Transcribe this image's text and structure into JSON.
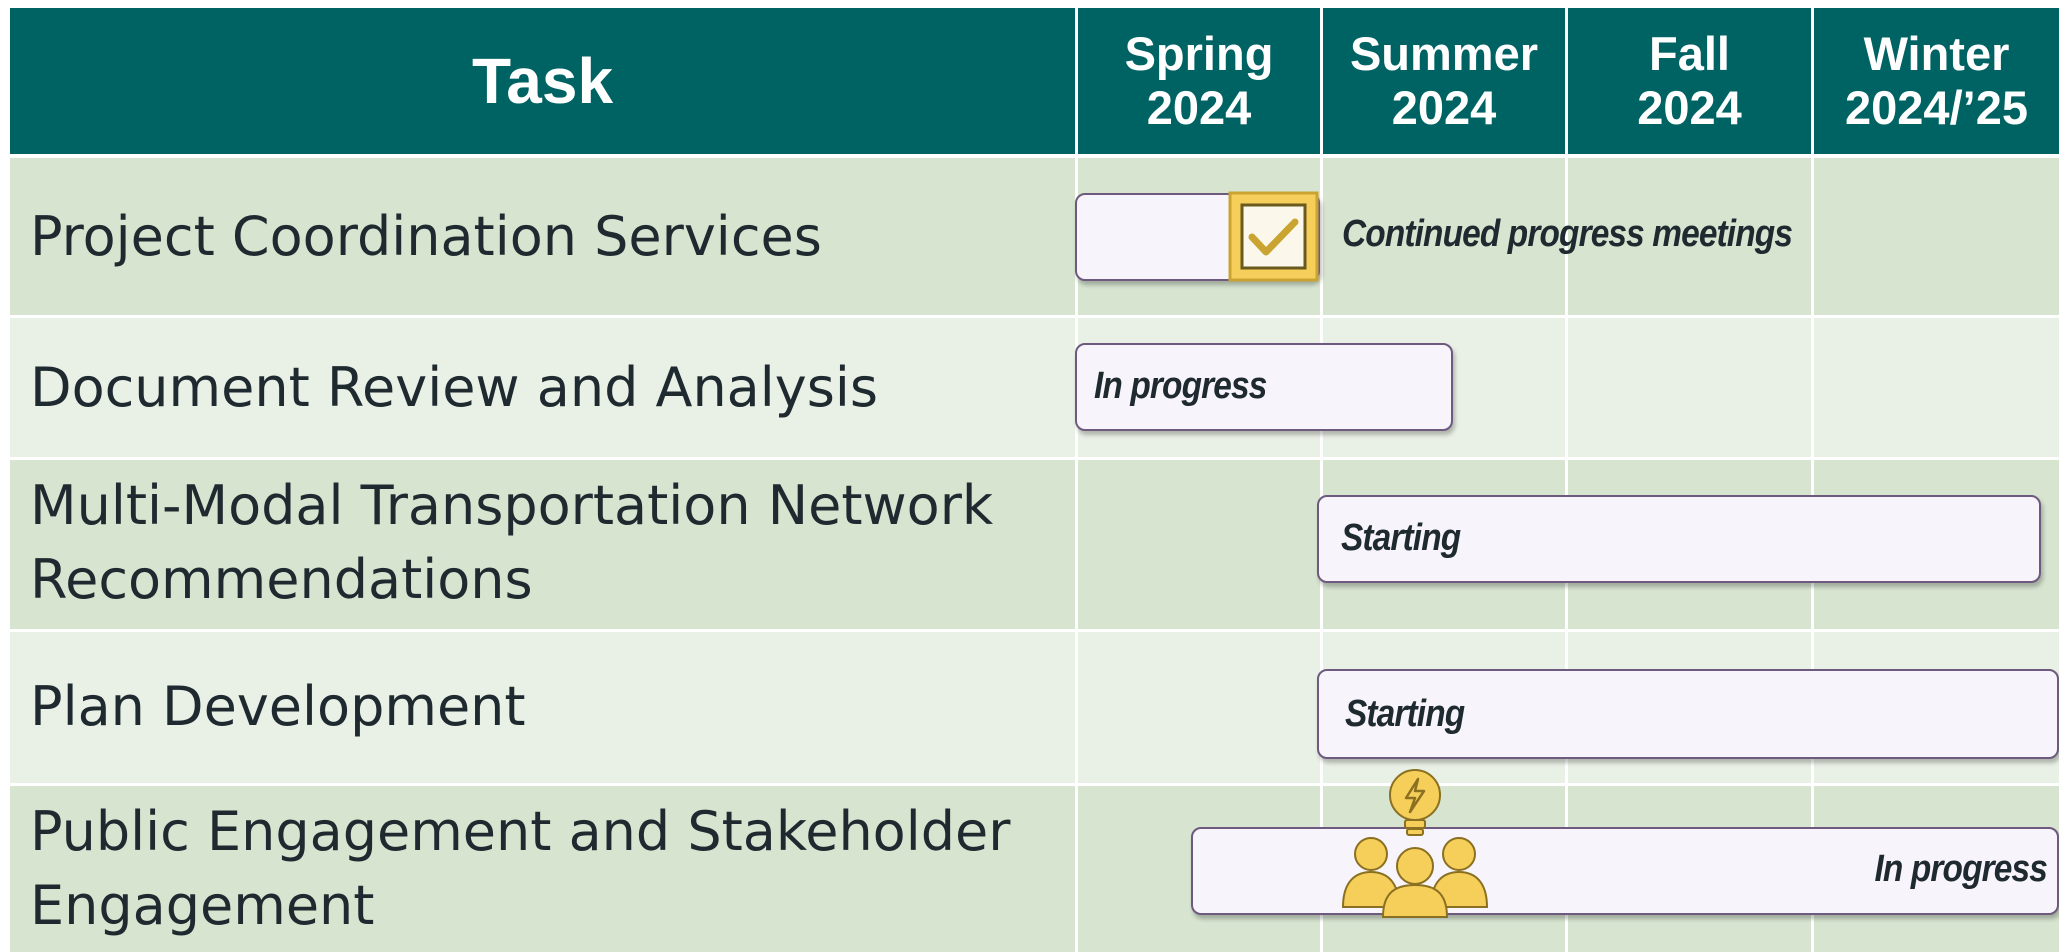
{
  "header": {
    "task_label": "Task",
    "seasons": [
      {
        "line1": "Spring",
        "line2": "2024"
      },
      {
        "line1": "Summer",
        "line2": "2024"
      },
      {
        "line1": "Fall",
        "line2": "2024"
      },
      {
        "line1": "Winter",
        "line2": "2024/’25"
      }
    ]
  },
  "tasks": [
    {
      "name": "Project Coordination Services",
      "status": "Continued progress meetings"
    },
    {
      "name": "Document Review and Analysis",
      "status": "In progress"
    },
    {
      "name_line1": "Multi-Modal Transportation Network",
      "name_line2": "Recommendations",
      "status": "Starting"
    },
    {
      "name": "Plan Development",
      "status": "Starting"
    },
    {
      "name_line1": "Public Engagement and Stakeholder",
      "name_line2": "Engagement",
      "status": "In progress"
    }
  ],
  "icons": {
    "checkbox": "checked-checkbox-icon",
    "people": "people-with-idea-lightbulb-icon"
  },
  "colors": {
    "header_bg": "#006363",
    "row_dark": "#d6e4d0",
    "row_light": "#e9f0e6",
    "bar_fill": "#f7f5fb",
    "icon_gold": "#f5cf5a"
  }
}
